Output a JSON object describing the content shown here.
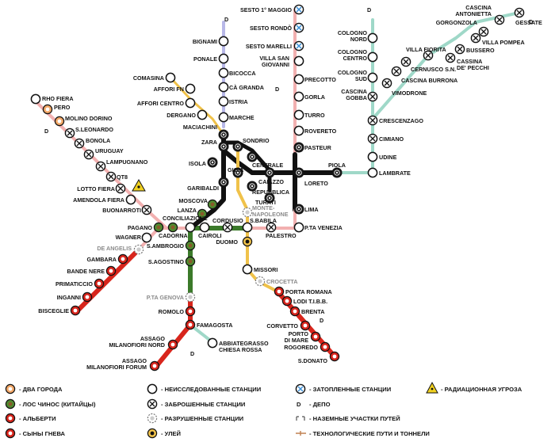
{
  "colors": {
    "red": "#d8251c",
    "green": "#3b7a2a",
    "black": "#111111",
    "pink": "#f2b0b0",
    "teal": "#9fd8c8",
    "lightblue": "#b8b8e8",
    "yellow": "#f0c24a",
    "orange": "#f0a060",
    "gray": "#999999"
  },
  "stations": {
    "sesto_1_maggio": "SESTO 1° MAGGIO",
    "sesto_rondo": "SESTO RONDÒ",
    "sesto_marelli": "SESTO MARELLI",
    "villa_san_giovanni_1": "VILLA SAN",
    "villa_san_giovanni_2": "GIOVANNI",
    "precotto": "PRECOTTO",
    "gorla": "GORLA",
    "turro": "TURRO",
    "rovereto": "ROVERETO",
    "pasteur": "PASTEUR",
    "loreto": "LORETO",
    "lima": "LIMA",
    "pta_venezia": "P.TA VENEZIA",
    "palestro": "PALESTRO",
    "sbabila": "S.BABILA",
    "duomo": "DUOMO",
    "cordusio": "CORDUSIO",
    "cairoli": "CAIROLI",
    "cadorna": "CADORNA",
    "conciliazione": "CONCILIAZIONE",
    "pagano": "PAGANO",
    "wagner": "WAGNER",
    "de_angelis": "DE ANGELIS",
    "gambara": "GAMBARA",
    "bande_nere": "BANDE NERE",
    "primaticcio": "PRIMATICCIO",
    "inganni": "INGANNI",
    "bisceglie": "BISCEGLIE",
    "buonarroti": "BUONARROTI",
    "amendola_fiera": "AMENDOLA FIERA",
    "lotto_fiera": "LOTTO FIERA",
    "qt8": "QT8",
    "lampugnano": "LAMPUGNANO",
    "uruguay": "URUGUAY",
    "bonola": "BONOLA",
    "sleonardo": "S.LEONARDO",
    "molino_dorino": "MOLINO DORINO",
    "pero": "PERO",
    "rho_fiera": "RHO FIERA",
    "bignami": "BIGNAMI",
    "ponale": "PONALE",
    "bicocca": "BICOCCA",
    "ca_granda": "CÀ GRANDA",
    "istria": "ISTRIA",
    "marche": "MARCHE",
    "zara": "ZARA",
    "sondrio": "SONDRIO",
    "centrale": "CENTRALE",
    "caiazzo": "CAIAZZO",
    "repubblica": "REPUBBLICA",
    "turati": "TURATI",
    "monte_napoleone_1": "MONTE-",
    "monte_napoleone_2": "NAPOLEONE",
    "comasina": "COMASINA",
    "affori_fn": "AFFORI FN",
    "affori_centro": "AFFORI CENTRO",
    "dergano": "DERGANO",
    "maciachini": "MACIACHINI",
    "isola": "ISOLA",
    "gioia": "GIOIA",
    "garibaldi": "GARIBALDI",
    "moscova": "MOSCOVA",
    "lanza": "LANZA",
    "missori": "MISSORI",
    "crocetta": "CROCETTA",
    "porta_romana": "PORTA ROMANA",
    "lodi_tibb": "LODI T.I.B.B.",
    "brenta": "BRENTA",
    "corvetto": "CORVETTO",
    "porto_di_mare_1": "PORTO",
    "porto_di_mare_2": "DI MARE",
    "rogoredo": "ROGOREDO",
    "sdonato": "S.DONATO",
    "sambrogio": "S.AMBROGIO",
    "sagostino": "S.AGOSTINO",
    "pta_genova": "P.TA GENOVA",
    "romolo": "ROMOLO",
    "famagosta": "FAMAGOSTA",
    "assago_nord_1": "ASSAGO",
    "assago_nord_2": "MILANOFIORI NORD",
    "assago_forum_1": "ASSAGO",
    "assago_forum_2": "MILANOFIORI FORUM",
    "abbiategrasso_1": "ABBIATEGRASSO",
    "abbiategrasso_2": "CHIESA ROSSA",
    "piola": "PIOLA",
    "lambrate": "LAMBRATE",
    "udine": "UDINE",
    "cimiano": "CIMIANO",
    "crescenzago": "CRESCENZAGO",
    "cascina_gobba_1": "CASCINA",
    "cascina_gobba_2": "GOBBA",
    "vimodrone": "VIMODRONE",
    "cascina_burrona": "CASCINA BURRONA",
    "cernusco": "CERNUSCO S.N.",
    "villa_fiorita": "VILLA FIORITA",
    "cascina_pecchi_1": "CASSINA",
    "cascina_pecchi_2": "DE' PECCHI",
    "bussero": "BUSSERO",
    "villa_pompea": "VILLA POMPEA",
    "gorgonzola": "GORGONZOLA",
    "cascina_antonietta_1": "CASCINA",
    "cascina_antonietta_2": "ANTONIETTA",
    "gessate": "GESSATE",
    "cologno_nord_1": "COLOGNO",
    "cologno_nord_2": "NORD",
    "cologno_centro_1": "COLOGNO",
    "cologno_centro_2": "CENTRO",
    "cologno_sud_1": "COLOGNO",
    "cologno_sud_2": "SUD",
    "depot": "D"
  },
  "legend": {
    "two_cities": "- ДВА ГОРОДА",
    "chinese": "- ЛОС ЧИНОС (КИТАЙЦЫ)",
    "alberti": "- АЛЬБЕРТИ",
    "sons_of_wrath": "- СЫНЫ ГНЕВА",
    "unexplored": "- НЕИССЛЕДОВАННЫЕ СТАНЦИИ",
    "abandoned": "- ЗАБРОШЕННЫЕ СТАНЦИИ",
    "destroyed": "- РАЗРУШЕННЫЕ СТАНЦИИ",
    "hive": "- УЛЕЙ",
    "flooded": "- ЗАТОПЛЕННЫЕ СТАНЦИИ",
    "depot": "- ДЕПО",
    "surface_track": "- НАЗЕМНЫЕ УЧАСТКИ ПУТЕЙ",
    "tech_tunnels": "- ТЕХНОЛОГИЧЕСКИЕ ПУТИ И ТОННЕЛИ",
    "radiation": "- РАДИАЦИОННАЯ УГРОЗА"
  }
}
